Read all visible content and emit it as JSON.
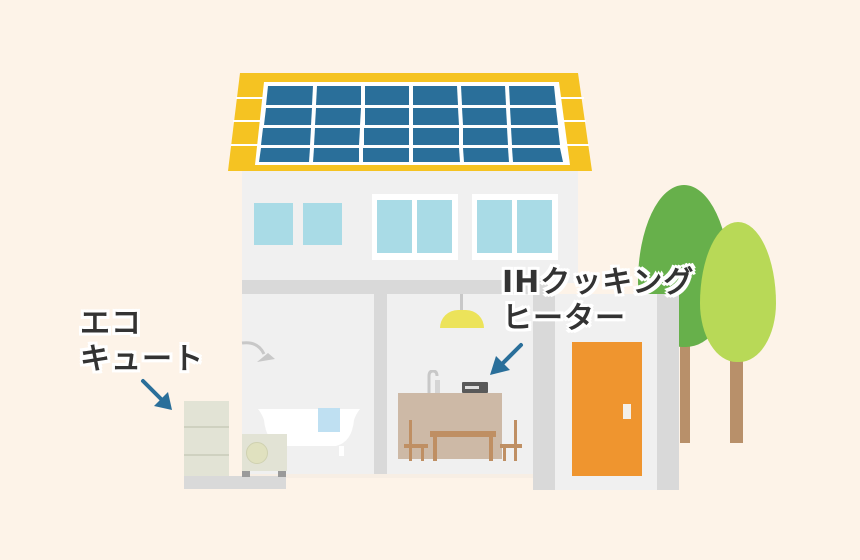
{
  "labels": {
    "ecocute": {
      "line1": "エコ",
      "line2": "キュート"
    },
    "ih_heater": {
      "line1": "IHクッキング",
      "line2": "ヒーター"
    }
  },
  "colors": {
    "background": "#fdf3e8",
    "roof_yellow": "#f5c322",
    "solar_panel": "#2a6f9a",
    "wall": "#f0f0f0",
    "window": "#a9dbe6",
    "door": "#ef952f",
    "tree_dark": "#67b04b",
    "tree_light": "#b8d957",
    "trunk": "#b8906a",
    "arrow": "#2a6f9a",
    "lamp": "#ece35a",
    "kitchen_counter": "#cdb9a6",
    "furniture": "#bf8f63",
    "ecocute_unit": "#e2e3d5"
  },
  "solar_panel": {
    "rows": 4,
    "cols": 6
  }
}
